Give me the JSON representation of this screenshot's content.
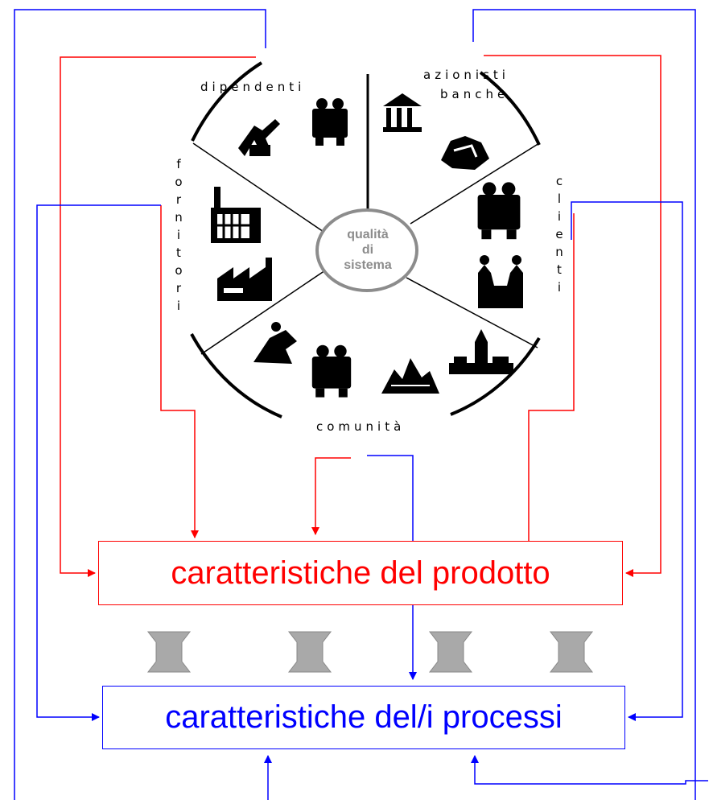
{
  "diagram": {
    "boxes": {
      "product": "caratteristiche del prodotto",
      "process": "caratteristiche del/i processi"
    },
    "wheel": {
      "center_lines": [
        "qualità",
        "di",
        "sistema"
      ],
      "segments": {
        "dipendenti": "dipendenti",
        "azionisti": "azionisti",
        "banche": "banche",
        "comunita": "comunità"
      },
      "vertical_labels": {
        "fornitori": [
          "f",
          "o",
          "r",
          "n",
          "i",
          "t",
          "o",
          "r",
          "i"
        ],
        "clienti": [
          "c",
          "l",
          "i",
          "e",
          "n",
          "t",
          "i"
        ]
      },
      "icons": [
        "hiker-icon",
        "meeting-icon",
        "bank-building-icon",
        "money-pile-icon",
        "factory-icon",
        "factory-icon",
        "shop-customers-icon",
        "handshake-icon",
        "worker-icon",
        "desk-worker-icon",
        "nature-icon",
        "village-icon"
      ]
    },
    "colors": {
      "red": "#ff0000",
      "blue": "#0000ff",
      "gray_arrow": "#a9a9a9",
      "center_ring": "#8c8c8c"
    }
  }
}
